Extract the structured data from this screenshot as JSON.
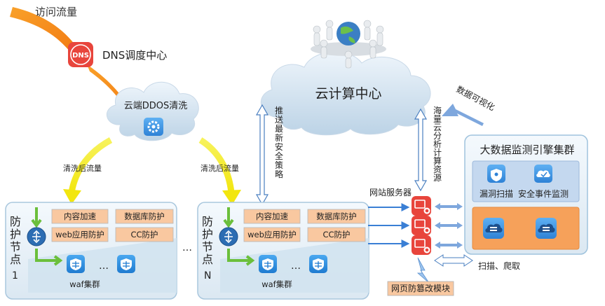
{
  "labels": {
    "traffic_in": "访问流量",
    "dns": "DNS调度中心",
    "dns_badge": "DNS",
    "ddos": "云端DDOS清洗",
    "cleaned_left": "清洗后流量",
    "cleaned_right": "清洗后流量",
    "cloud_center": "云计算中心",
    "push_policy": "推送最新安全策略",
    "analysis_resource": "海量云分析计算资源",
    "data_visual": "数据可视化",
    "bigdata_cluster": "大数据监测引擎集群",
    "vuln_scan": "漏洞扫描",
    "security_event": "安全事件监测",
    "web_servers": "网站服务器",
    "scan_crawl": "扫描、爬取",
    "tamper_module": "网页防篡改模块",
    "ellipsis_nodes": "…"
  },
  "nodes": [
    {
      "title": "防护节点",
      "index": "1",
      "features": [
        "内容加速",
        "数据库防护",
        "web应用防护",
        "CC防护"
      ],
      "waf": "waf集群",
      "ellipsis": "…"
    },
    {
      "title": "防护节点",
      "index": "N",
      "features": [
        "内容加速",
        "数据库防护",
        "web应用防护",
        "CC防护"
      ],
      "waf": "waf集群",
      "ellipsis": "…"
    }
  ],
  "colors": {
    "accent_blue": "#3a8ee6",
    "orange_box": "#f9c8a0",
    "orange_panel": "#f6a15a",
    "yellow_arrow": "#f5ee19",
    "orange_arrow": "#f28a1b",
    "red_server": "#e8453c",
    "green_arrow": "#6bbf3b"
  }
}
